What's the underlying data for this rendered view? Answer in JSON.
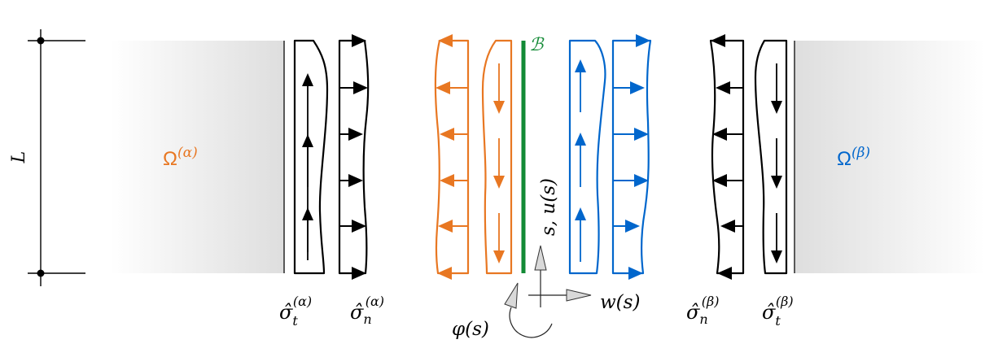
{
  "diagram": {
    "title": "Interface traction and displacement fields between two subdomains",
    "colors": {
      "alpha": "#E87722",
      "beta": "#0066CC",
      "interface": "#138A36",
      "black": "#000000",
      "domain_fill_dark": "#dcdcdc",
      "domain_fill_light": "#ffffff",
      "arrowhead_gray": "#d9d9d9"
    },
    "length_label": "L",
    "domain_alpha": {
      "symbol": "Ω",
      "superscript": "(α)"
    },
    "domain_beta": {
      "symbol": "Ω",
      "superscript": "(β)"
    },
    "interface_label": "ℬ",
    "tangent_axis_label": "s, u(s)",
    "normal_axis_label": "w(s)",
    "rotation_label": "φ(s)",
    "stress_labels": {
      "alpha_t": {
        "base": "σ̂",
        "sub": "t",
        "sup": "(α)"
      },
      "alpha_n": {
        "base": "σ̂",
        "sub": "n",
        "sup": "(α)"
      },
      "beta_n": {
        "base": "σ̂",
        "sub": "n",
        "sup": "(β)"
      },
      "beta_t": {
        "base": "σ̂",
        "sub": "t",
        "sup": "(β)"
      }
    },
    "profiles": [
      {
        "name": "alpha-tangential-stress",
        "color_key": "black",
        "direction": "up",
        "arrow_count": 3
      },
      {
        "name": "alpha-normal-stress",
        "color_key": "black",
        "direction": "right",
        "arrow_count": 6
      },
      {
        "name": "interface-alpha-normal",
        "color_key": "alpha",
        "direction": "left",
        "arrow_count": 6
      },
      {
        "name": "interface-alpha-tangential",
        "color_key": "alpha",
        "direction": "down",
        "arrow_count": 3
      },
      {
        "name": "interface-beta-tangential",
        "color_key": "beta",
        "direction": "up",
        "arrow_count": 3
      },
      {
        "name": "interface-beta-normal",
        "color_key": "beta",
        "direction": "right",
        "arrow_count": 6
      },
      {
        "name": "beta-normal-stress",
        "color_key": "black",
        "direction": "left",
        "arrow_count": 6
      },
      {
        "name": "beta-tangential-stress",
        "color_key": "black",
        "direction": "down",
        "arrow_count": 3
      }
    ]
  }
}
